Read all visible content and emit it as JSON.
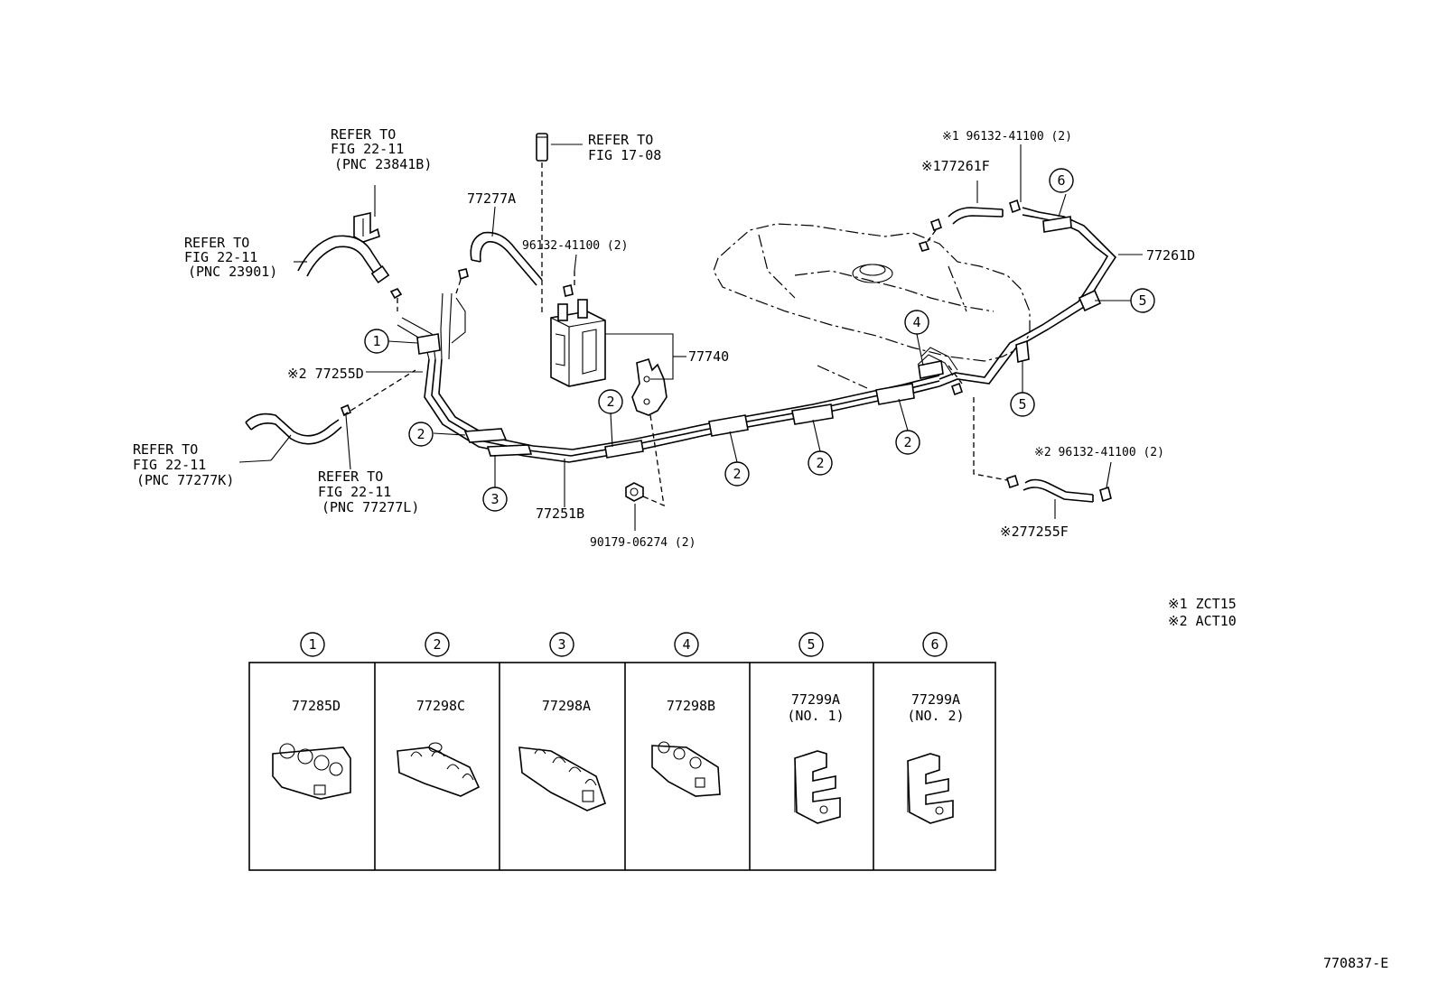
{
  "labels": {
    "refer_23841b": [
      "REFER TO",
      "FIG 22-11",
      "(PNC 23841B)"
    ],
    "refer_1708": [
      "REFER TO",
      "FIG 17-08"
    ],
    "refer_23901": [
      "REFER TO",
      "FIG 22-11",
      "(PNC 23901)"
    ],
    "refer_77277k": [
      "REFER TO",
      "FIG 22-11",
      "(PNC 77277K)"
    ],
    "refer_77277l": [
      "REFER TO",
      "FIG 22-11",
      "(PNC 77277L)"
    ],
    "p77277a": "77277A",
    "p96132_top": "96132-41100 (2)",
    "p77740": "77740",
    "p77255d": "※2 77255D",
    "p77251b": "77251B",
    "p90179": "90179-06274 (2)",
    "p96132_r1": "※1 96132-41100 (2)",
    "p77261f": "※177261F",
    "p77261d": "77261D",
    "p96132_r2": "※2 96132-41100 (2)",
    "p77255f": "※277255F",
    "note1": "※1  ZCT15",
    "note2": "※2  ACT10",
    "figure_id": "770837-E"
  },
  "callouts": [
    "1",
    "2",
    "3",
    "4",
    "5",
    "6"
  ],
  "table": {
    "columns": [
      {
        "num": "1",
        "part": "77285D",
        "sub": ""
      },
      {
        "num": "2",
        "part": "77298C",
        "sub": ""
      },
      {
        "num": "3",
        "part": "77298A",
        "sub": ""
      },
      {
        "num": "4",
        "part": "77298B",
        "sub": ""
      },
      {
        "num": "5",
        "part": "77299A",
        "sub": "(NO. 1)"
      },
      {
        "num": "6",
        "part": "77299A",
        "sub": "(NO. 2)"
      }
    ]
  }
}
